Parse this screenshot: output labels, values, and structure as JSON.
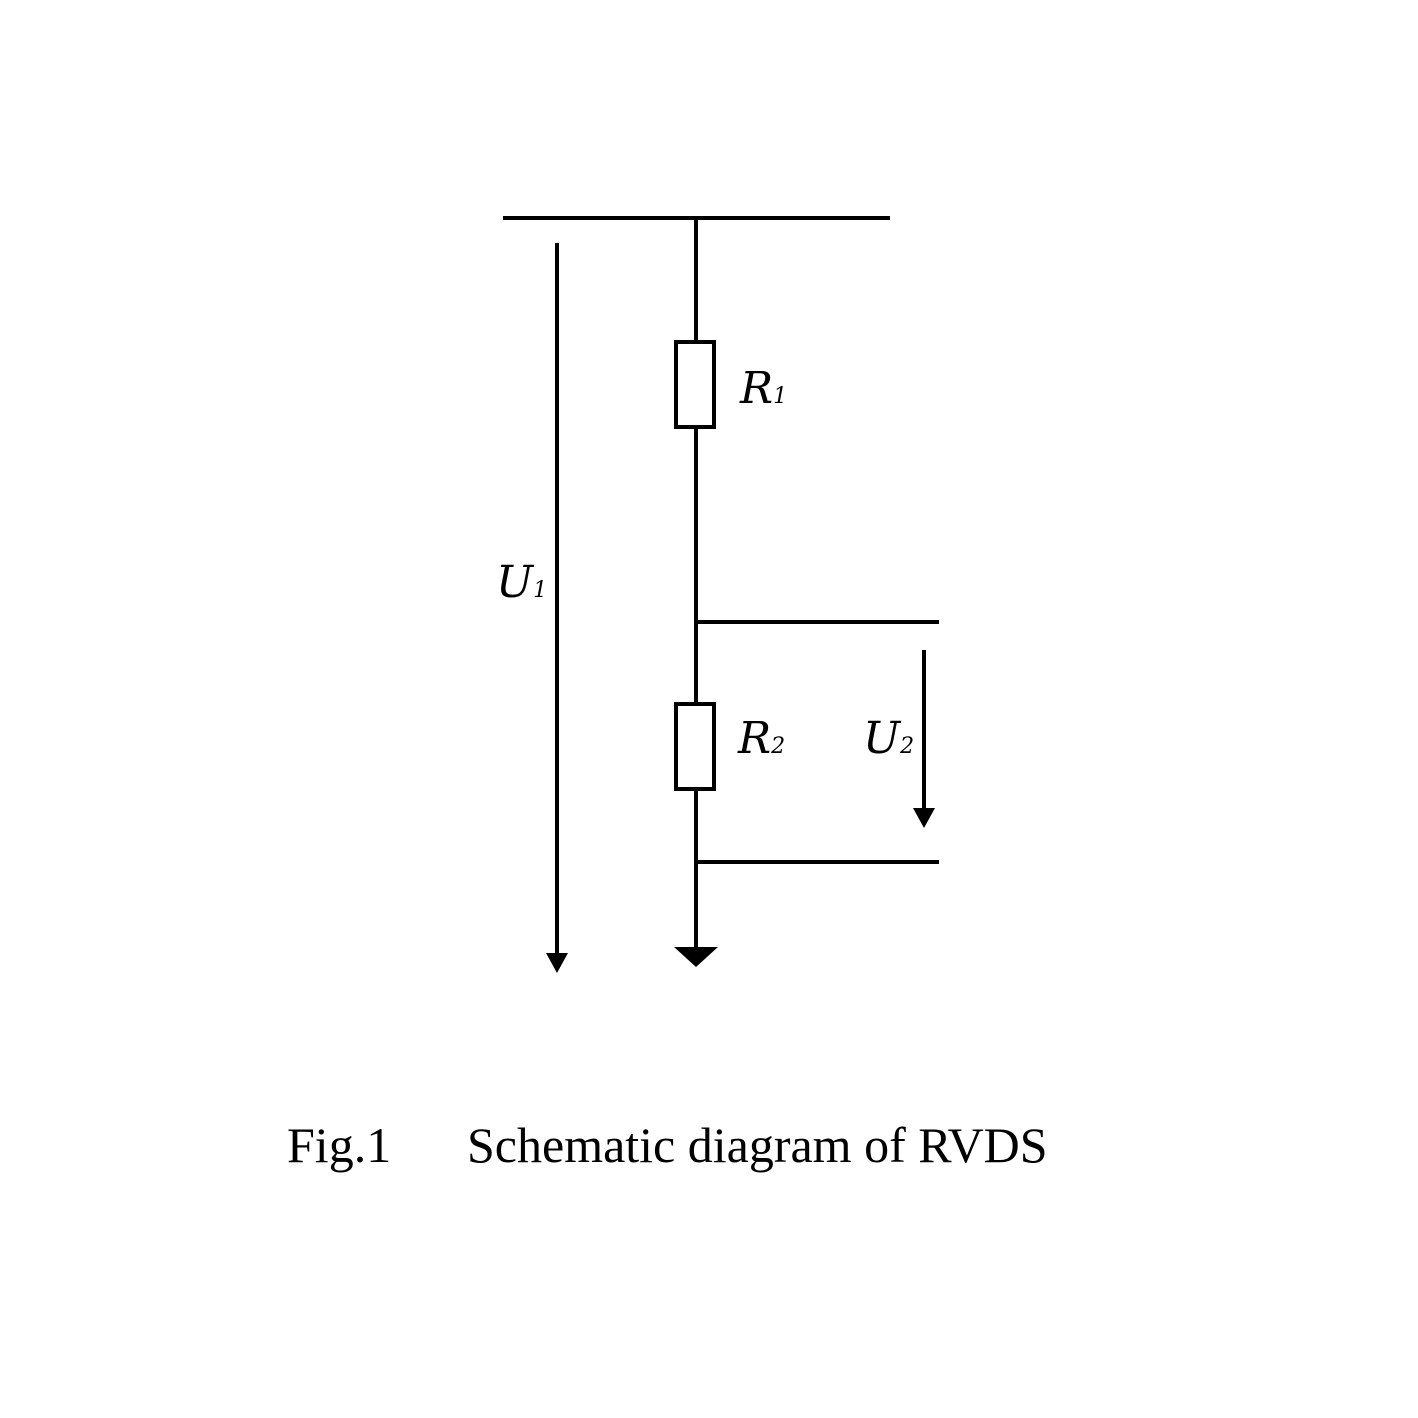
{
  "figure": {
    "type": "circuit-schematic",
    "caption_number": "Fig.1",
    "caption_title": "Schematic diagram of RVDS"
  },
  "components": {
    "r1": {
      "symbol": "R",
      "subscript": "1",
      "kind": "resistor"
    },
    "r2": {
      "symbol": "R",
      "subscript": "2",
      "kind": "resistor"
    }
  },
  "voltages": {
    "u1": {
      "symbol": "U",
      "subscript": "1",
      "direction": "down"
    },
    "u2": {
      "symbol": "U",
      "subscript": "2",
      "direction": "down"
    }
  },
  "colors": {
    "stroke": "#000000",
    "background": "#ffffff"
  }
}
